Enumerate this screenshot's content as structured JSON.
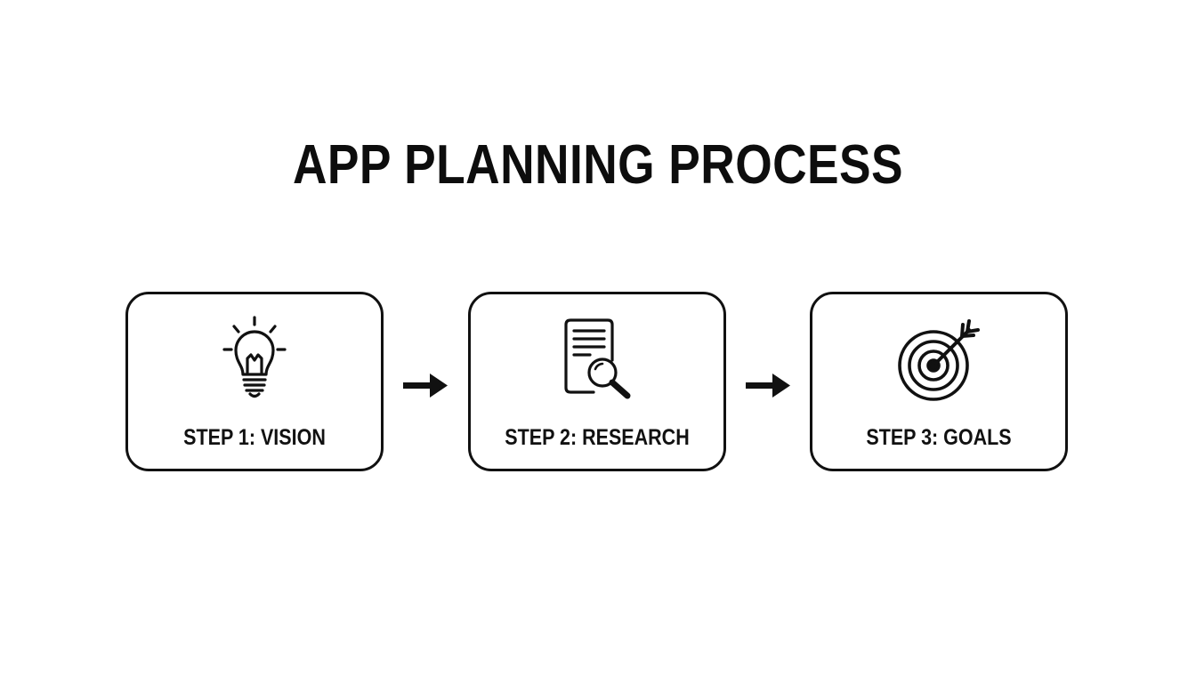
{
  "title": "APP PLANNING PROCESS",
  "steps": [
    {
      "label": "STEP 1: VISION",
      "icon": "lightbulb-icon"
    },
    {
      "label": "STEP 2: RESEARCH",
      "icon": "document-search-icon"
    },
    {
      "label": "STEP 3: GOALS",
      "icon": "target-arrow-icon"
    }
  ],
  "colors": {
    "stroke": "#111111",
    "background": "#ffffff"
  }
}
